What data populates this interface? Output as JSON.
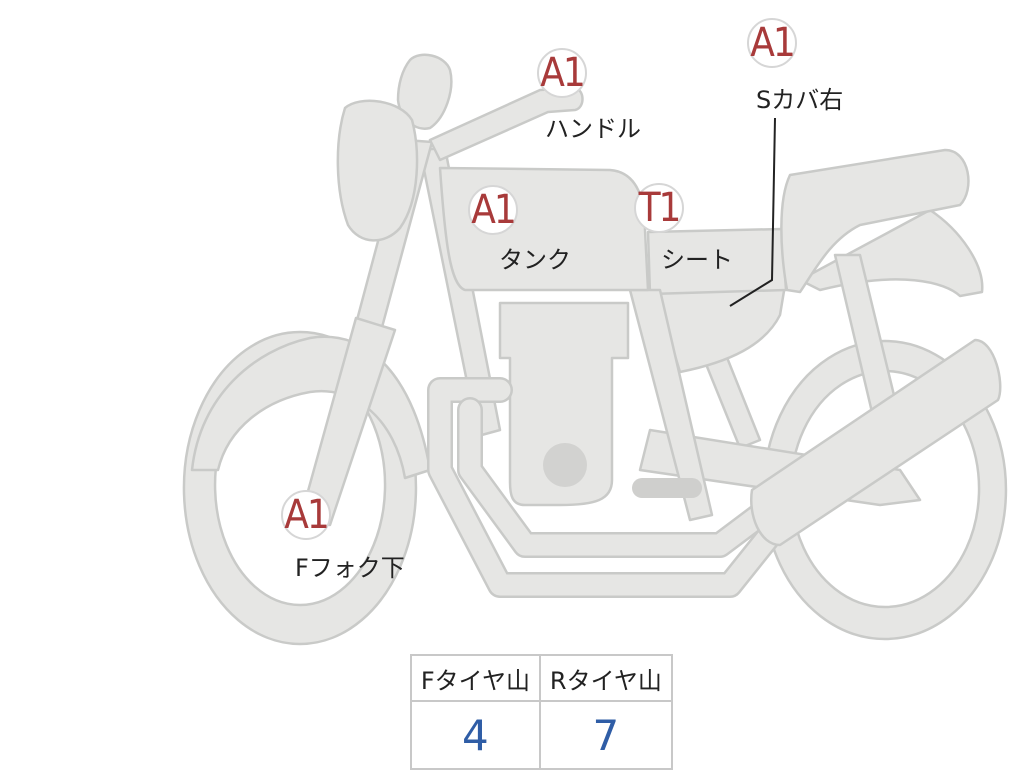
{
  "parts": {
    "handle": {
      "grade": "A1",
      "label": "ハンドル"
    },
    "side_cover_right": {
      "grade": "A1",
      "label": "Sカバ右"
    },
    "tank": {
      "grade": "A1",
      "label": "タンク"
    },
    "seat": {
      "grade": "T1",
      "label": "シート"
    },
    "front_fork_lower": {
      "grade": "A1",
      "label": "Fフォク下"
    }
  },
  "tire_table": {
    "headers": [
      "Fタイヤ山",
      "Rタイヤ山"
    ],
    "values": [
      "4",
      "7"
    ]
  },
  "colors": {
    "body": "#e6e6e4",
    "outline": "#c9cac8",
    "grade": "#a83a3a",
    "tire_value": "#2f5da6"
  }
}
